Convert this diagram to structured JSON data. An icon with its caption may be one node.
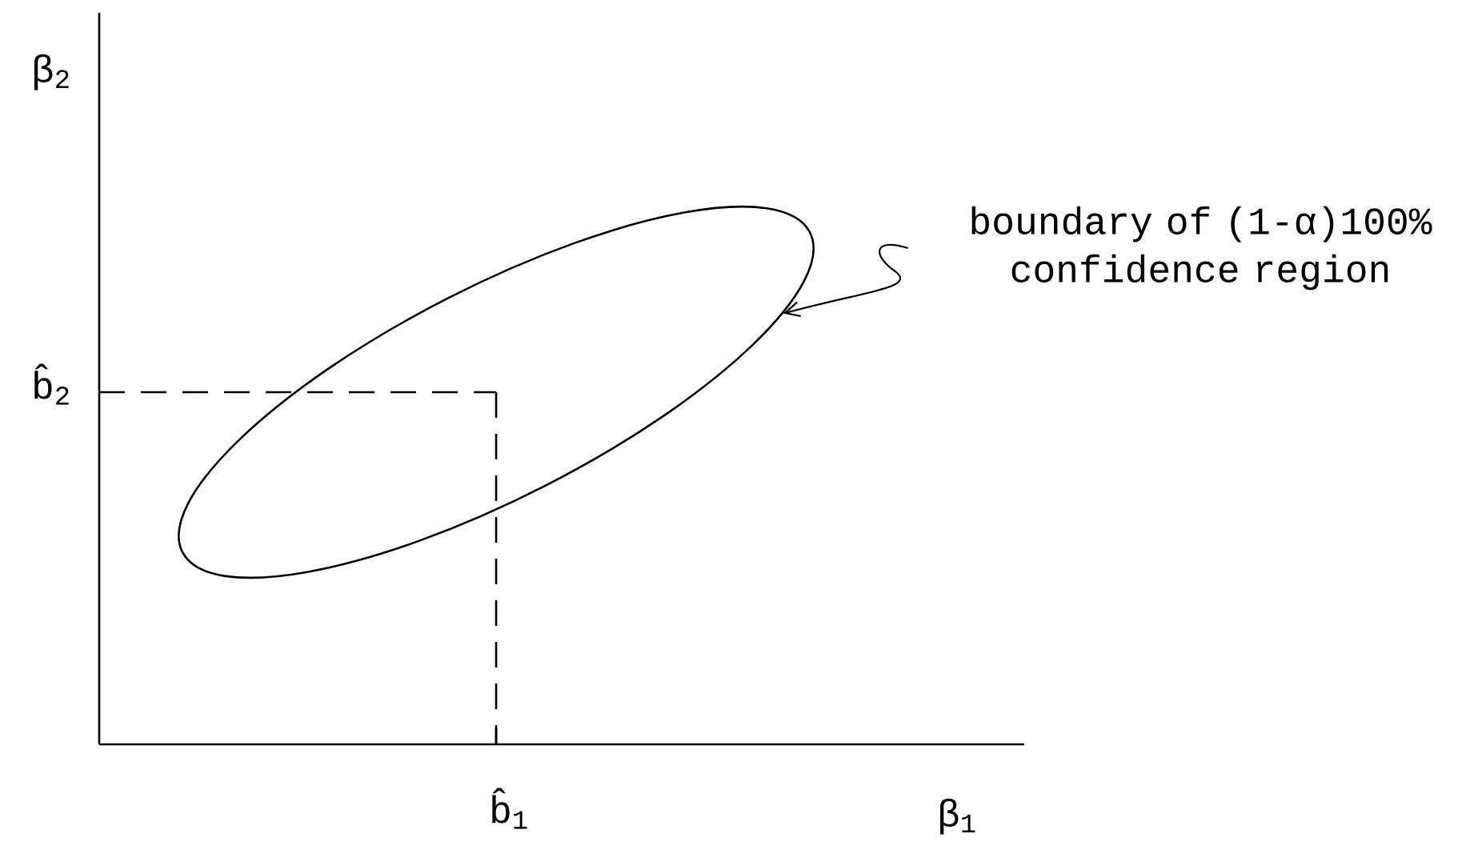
{
  "diagram": {
    "nodes": [
      {
        "text": [
          "boundary of (1-α)100% confidence region"
        ]
      },
      {
        "text": [],
        "shape": "ellipse"
      }
    ],
    "edges": [
      {
        "from": 0,
        "to": 1,
        "arrow": "to"
      }
    ],
    "labels": [
      "β$_{2}$",
      "b̂$_{2}$",
      "b̂$_{1}$",
      "β$_{1}$"
    ]
  }
}
